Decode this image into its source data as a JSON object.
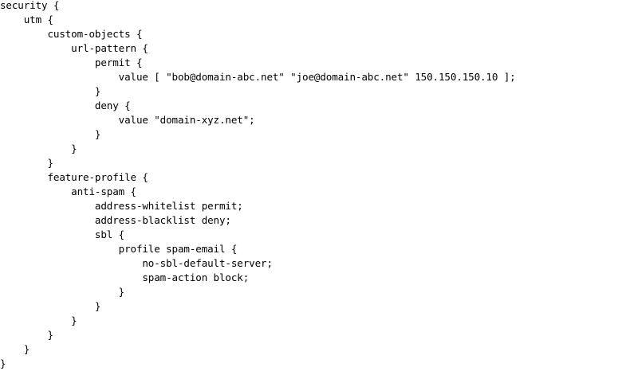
{
  "config": {
    "lines": [
      {
        "indent": 0,
        "text": "security {"
      },
      {
        "indent": 4,
        "text": "utm {"
      },
      {
        "indent": 8,
        "text": "custom-objects {"
      },
      {
        "indent": 12,
        "text": "url-pattern {"
      },
      {
        "indent": 16,
        "text": "permit {"
      },
      {
        "indent": 20,
        "text": "value [ \"bob@domain-abc.net\" \"joe@domain-abc.net\" 150.150.150.10 ];"
      },
      {
        "indent": 16,
        "text": "}"
      },
      {
        "indent": 16,
        "text": "deny {"
      },
      {
        "indent": 20,
        "text": "value \"domain-xyz.net\";"
      },
      {
        "indent": 16,
        "text": "}"
      },
      {
        "indent": 12,
        "text": "}"
      },
      {
        "indent": 8,
        "text": "}"
      },
      {
        "indent": 8,
        "text": "feature-profile {"
      },
      {
        "indent": 12,
        "text": "anti-spam {"
      },
      {
        "indent": 16,
        "text": "address-whitelist permit;"
      },
      {
        "indent": 16,
        "text": "address-blacklist deny;"
      },
      {
        "indent": 16,
        "text": "sbl {"
      },
      {
        "indent": 20,
        "text": "profile spam-email {"
      },
      {
        "indent": 24,
        "text": "no-sbl-default-server;"
      },
      {
        "indent": 24,
        "text": "spam-action block;"
      },
      {
        "indent": 20,
        "text": "}"
      },
      {
        "indent": 16,
        "text": "}"
      },
      {
        "indent": 12,
        "text": "}"
      },
      {
        "indent": 8,
        "text": "}"
      },
      {
        "indent": 4,
        "text": "}"
      },
      {
        "indent": 0,
        "text": "}"
      }
    ]
  }
}
